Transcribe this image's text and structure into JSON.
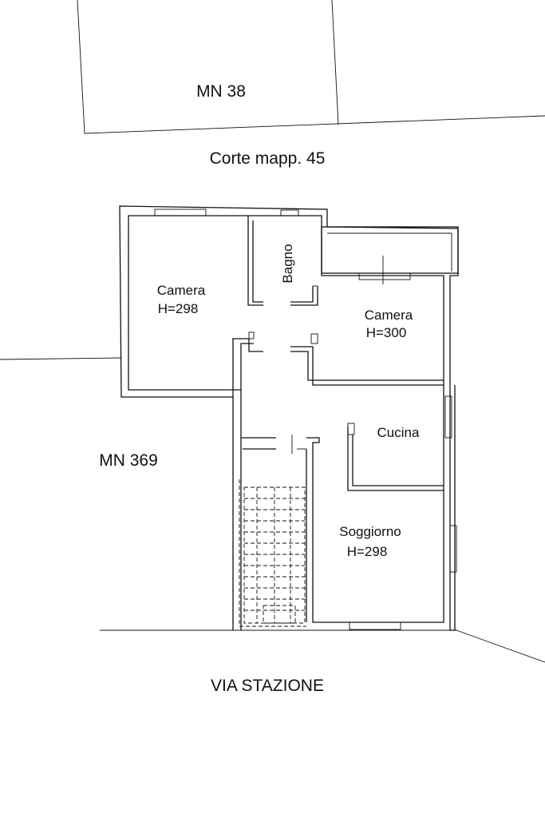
{
  "labels": {
    "parcel_north": "MN 38",
    "courtyard": "Corte mapp. 45",
    "parcel_west": "MN 369",
    "street": "VIA STAZIONE"
  },
  "rooms": {
    "camera_nw": {
      "name": "Camera",
      "height": "H=298"
    },
    "bagno": {
      "name": "Bagno"
    },
    "camera_ne": {
      "name": "Camera",
      "height": "H=300"
    },
    "cucina": {
      "name": "Cucina"
    },
    "soggiorno": {
      "name": "Soggiorno",
      "height": "H=298"
    }
  }
}
